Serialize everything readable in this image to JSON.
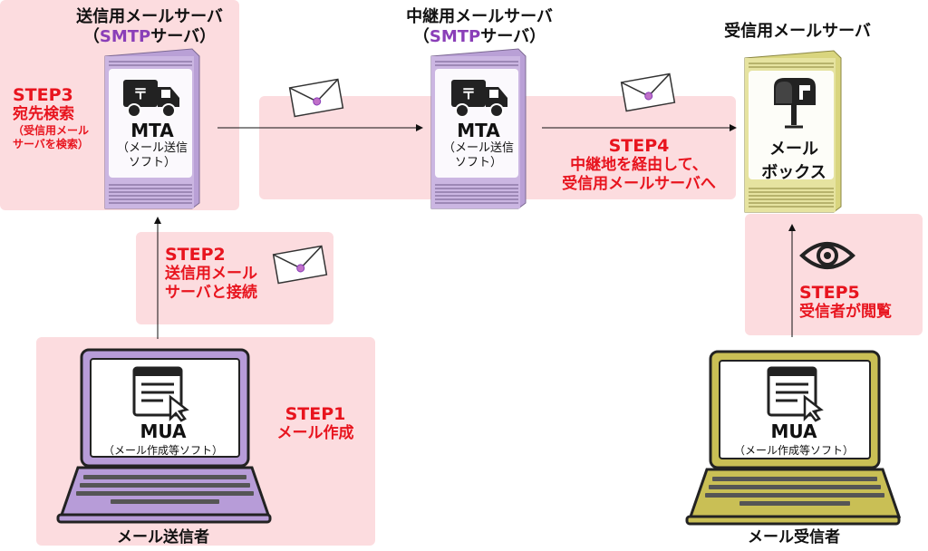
{
  "servers": {
    "sender": {
      "title": "送信用メールサーバ",
      "protocol_open": "（",
      "protocol": "SMTP",
      "protocol_rest": "サーバ）",
      "mta": "MTA",
      "mta_desc_1": "（メール送信",
      "mta_desc_2": "ソフト）",
      "color": "#c8b3df"
    },
    "relay": {
      "title": "中継用メールサーバ",
      "protocol_open": "（",
      "protocol": "SMTP",
      "protocol_rest": "サーバ）",
      "mta": "MTA",
      "mta_desc_1": "（メール送信",
      "mta_desc_2": "ソフト）",
      "color": "#c8b3df"
    },
    "receiver": {
      "title": "受信用メールサーバ",
      "box_1": "メール",
      "box_2": "ボックス",
      "color": "#e3e09a"
    }
  },
  "steps": {
    "step1": {
      "label": "STEP1",
      "text": "メール作成"
    },
    "step2": {
      "label": "STEP2",
      "text_1": "送信用メール",
      "text_2": "サーバと接続"
    },
    "step3": {
      "label": "STEP3",
      "text": "宛先検索",
      "note_1": "（受信用メール",
      "note_2": "サーバを検索）"
    },
    "step4": {
      "label": "STEP4",
      "text_1": "中継地を経由して、",
      "text_2": "受信用メールサーバへ"
    },
    "step5": {
      "label": "STEP5",
      "text": "受信者が閲覧"
    }
  },
  "clients": {
    "sender": {
      "mua": "MUA",
      "desc": "（メール作成等ソフト）",
      "caption": "メール送信者",
      "color": "#b79cd8"
    },
    "receiver": {
      "mua": "MUA",
      "desc": "（メール作成等ソフト）",
      "caption": "メール受信者",
      "color": "#c9bf55"
    }
  },
  "colors": {
    "accent_red": "#e8141e",
    "highlight_pink": "#fcdcdf",
    "smtp_purple": "#8a3fb8"
  }
}
